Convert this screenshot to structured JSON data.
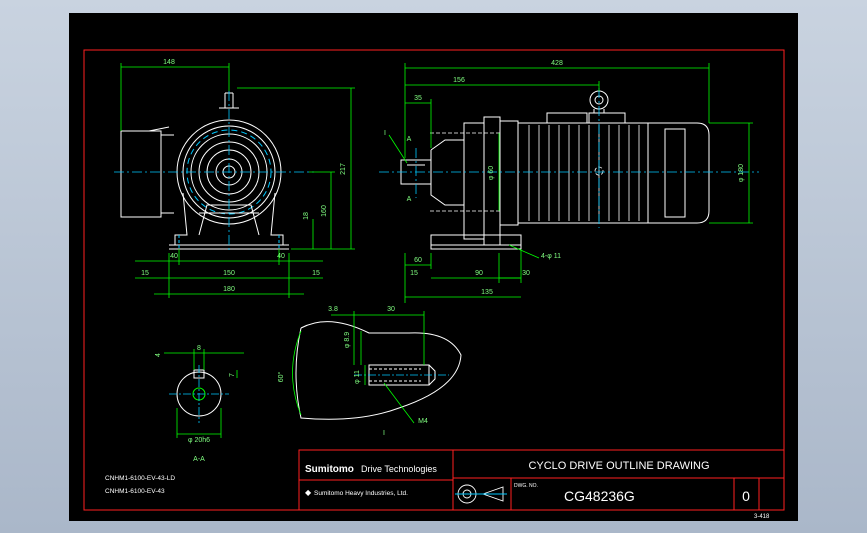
{
  "colors": {
    "background": "#000000",
    "frame": "#ff2020",
    "geometry": "#ffffff",
    "dimension": "#00ff00",
    "centerline": "#00c8ff",
    "text_green": "#80ff80"
  },
  "dims_front": {
    "d148": "148",
    "d217": "217",
    "d160": "160",
    "d18": "18",
    "d40_left": "40",
    "d40_right": "40",
    "d150": "150",
    "d15_left": "15",
    "d15_right": "15",
    "d180": "180"
  },
  "dims_side": {
    "d428": "428",
    "d156": "156",
    "d35": "35",
    "d60": "60",
    "d90": "90",
    "d30": "30",
    "d135": "135",
    "d15": "15",
    "holes": "4-φ 11",
    "shaft_dia": "φ 60",
    "motor_dia": "φ 180",
    "view_a_top": "A",
    "view_a_bottom": "A",
    "view_i": "I"
  },
  "dims_section": {
    "d8": "8",
    "d4": "4",
    "d7": "7",
    "d20": "φ 20h6",
    "label": "A-A"
  },
  "dims_detail": {
    "d38": "3.8",
    "d30": "30",
    "dphi": "φ 8.9",
    "dphi11": "φ 11",
    "angle": "60°",
    "thread": "M4",
    "label": "I"
  },
  "models": [
    "CNHM1-6100-EV-43-LD",
    "CNHM1-6100-EV-43"
  ],
  "title_block": {
    "brand_main": "Sumitomo",
    "brand_sub": "Drive Technologies",
    "company": "Sumitomo Heavy Industries, Ltd.",
    "title": "CYCLO DRIVE OUTLINE DRAWING",
    "dwg_no_label": "DWG. NO.",
    "dwg_no": "CG48236G",
    "revision": "0",
    "sheet": "3-418"
  }
}
